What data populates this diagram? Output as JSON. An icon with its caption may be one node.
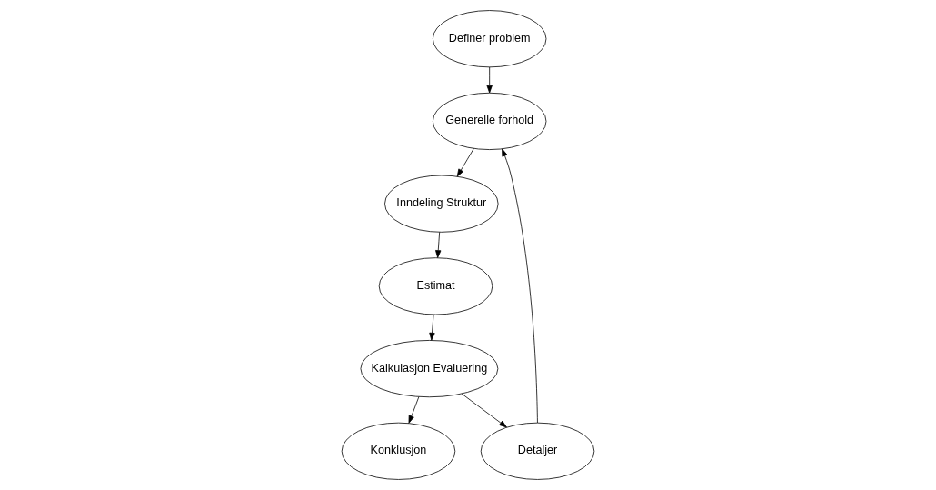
{
  "diagram": {
    "nodes": [
      {
        "text": [
          "Definer problem"
        ]
      },
      {
        "text": [
          "Generelle forhold"
        ]
      },
      {
        "text": [
          "Inndeling Struktur"
        ]
      },
      {
        "text": [
          "Detaljer"
        ]
      },
      {
        "text": [
          "Estimat"
        ]
      },
      {
        "text": [
          "Konklusjon"
        ]
      },
      {
        "text": [
          "Kalkulasjon Evaluering"
        ]
      }
    ],
    "edges": [
      {
        "from": 0,
        "to": 1,
        "arrow": "to"
      },
      {
        "from": 1,
        "to": 2,
        "arrow": "to"
      },
      {
        "from": 2,
        "to": 4,
        "arrow": "to"
      },
      {
        "from": 4,
        "to": 6,
        "arrow": "to"
      },
      {
        "from": 6,
        "to": 5,
        "arrow": "to"
      },
      {
        "from": 6,
        "to": 3,
        "arrow": "to"
      },
      {
        "from": 3,
        "to": 1,
        "arrow": "to"
      }
    ]
  }
}
